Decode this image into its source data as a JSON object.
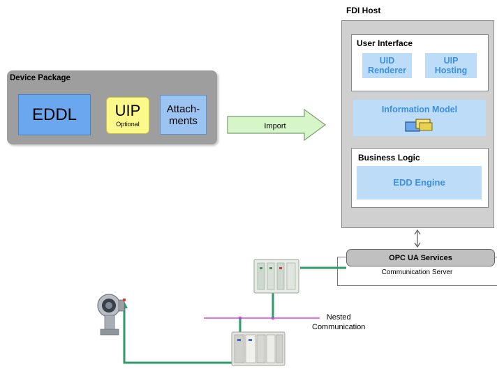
{
  "device_package": {
    "title": "Device Package",
    "eddl": "EDDL",
    "uip": "UIP",
    "uip_note": "Optional",
    "attachments_line1": "Attach-",
    "attachments_line2": "ments"
  },
  "import_label": "Import",
  "fdi_host": {
    "title": "FDI Host",
    "user_interface": {
      "title": "User Interface",
      "uid_line1": "UID",
      "uid_line2": "Renderer",
      "uip_line1": "UIP",
      "uip_line2": "Hosting"
    },
    "information_model": "Information Model",
    "business_logic": {
      "title": "Business Logic",
      "engine": "EDD Engine"
    }
  },
  "opc_ua_services": "OPC UA Services",
  "communication_server": "Communication Server",
  "nested_communication_line1": "Nested",
  "nested_communication_line2": "Communication",
  "colors": {
    "network_line": "#2f9a6a",
    "fieldbus_line": "#e040e0",
    "arrow_fill": "#d6f5c8",
    "blue_text": "#3d8fe0"
  },
  "icons": [
    "information-model-icon",
    "controller-device",
    "field-transmitter",
    "remote-io-rack"
  ]
}
